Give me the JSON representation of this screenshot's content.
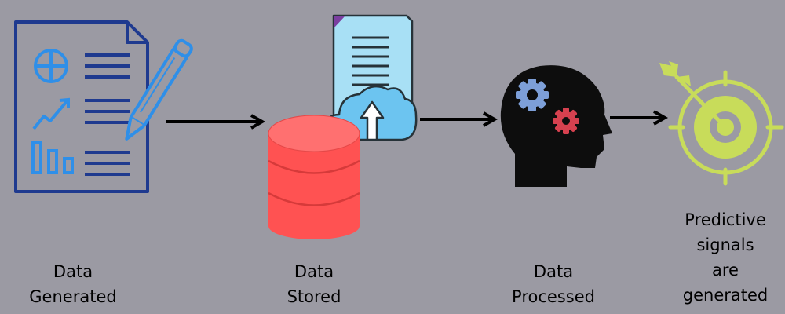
{
  "colors": {
    "background": "#9b9aa3",
    "document_blue": "#1f3a8f",
    "pencil_blue": "#2f8fe8",
    "database_red": "#ff5252",
    "doc_light_blue": "#a8e0f5",
    "cloud_blue": "#6cc4f0",
    "gear_blue": "#7d9fd8",
    "gear_red": "#d6414f",
    "target_green": "#c8dc5a",
    "arrow": "#000000"
  },
  "icons": {
    "step1": "document-chart-icon",
    "step2": "database-cloud-upload-icon",
    "step3": "head-gears-icon",
    "step4": "target-arrow-icon"
  },
  "steps": [
    {
      "label_lines": [
        "Data",
        "Generated"
      ]
    },
    {
      "label_lines": [
        "Data",
        "Stored"
      ]
    },
    {
      "label_lines": [
        "Data",
        "Processed"
      ]
    },
    {
      "label_lines": [
        "Predictive",
        "signals",
        "are",
        "generated"
      ]
    }
  ]
}
